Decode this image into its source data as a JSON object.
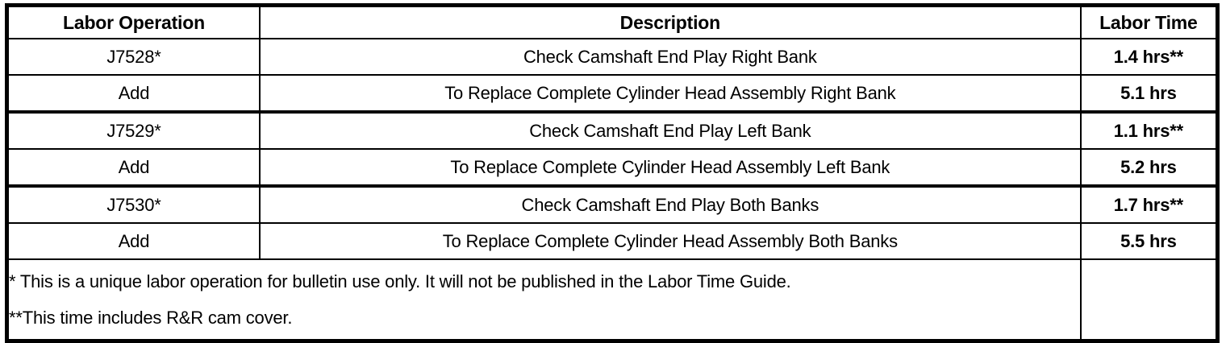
{
  "table": {
    "columns": [
      {
        "key": "operation",
        "label": "Labor Operation"
      },
      {
        "key": "description",
        "label": "Description"
      },
      {
        "key": "time",
        "label": "Labor Time"
      }
    ],
    "rows": [
      {
        "operation": "J7528*",
        "description": "Check Camshaft End Play Right Bank",
        "time": "1.4 hrs**"
      },
      {
        "operation": "Add",
        "description": "To Replace Complete Cylinder Head Assembly Right Bank",
        "time": "5.1 hrs"
      },
      {
        "operation": "J7529*",
        "description": "Check Camshaft End Play Left Bank",
        "time": "1.1 hrs**"
      },
      {
        "operation": "Add",
        "description": "To Replace Complete Cylinder Head Assembly Left Bank",
        "time": "5.2 hrs"
      },
      {
        "operation": "J7530*",
        "description": "Check Camshaft End Play Both Banks",
        "time": "1.7 hrs**"
      },
      {
        "operation": "Add",
        "description": "To Replace Complete Cylinder Head Assembly Both Banks",
        "time": "5.5 hrs"
      }
    ],
    "notes": [
      "* This is a unique labor operation for bulletin use only. It will not be published in the Labor Time Guide.",
      "**This time includes R&R cam cover."
    ],
    "notes_time_value": ""
  },
  "colors": {
    "border": "#000000",
    "text": "#000000",
    "background": "#ffffff"
  }
}
